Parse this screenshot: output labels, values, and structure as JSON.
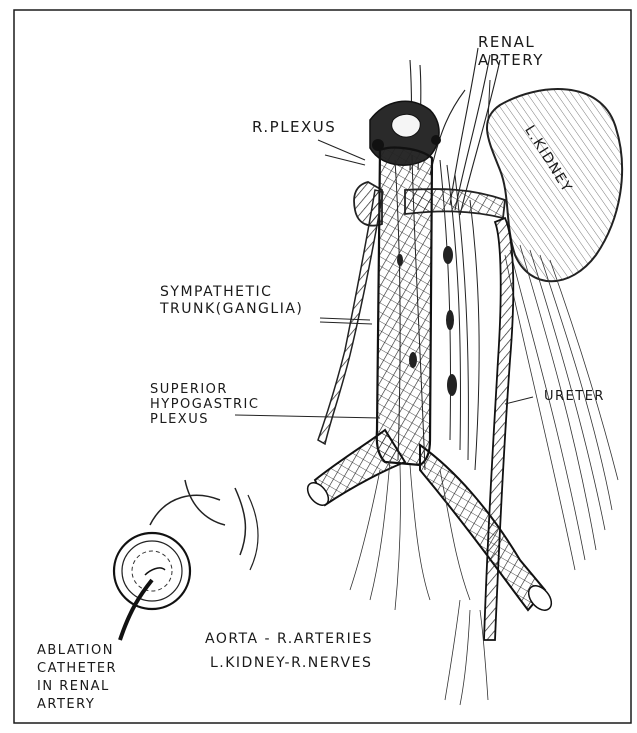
{
  "labels": {
    "renal_artery_line1": "RENAL",
    "renal_artery_line2": "ARTERY",
    "r_plexus": "R.PLEXUS",
    "kidney": "L.KIDNEY",
    "sympathetic_line1": "SYMPATHETIC",
    "sympathetic_line2": "TRUNK(GANGLIA)",
    "superior_line1": "SUPERIOR",
    "superior_line2": "HYPOGASTRIC",
    "superior_line3": "PLEXUS",
    "ureter": "URETER",
    "aorta_legend": "AORTA - R.ARTERIES",
    "kidney_legend": "L.KIDNEY-R.NERVES",
    "catheter_line1": "ABLATION",
    "catheter_line2": "CATHETER",
    "catheter_line3": "IN RENAL",
    "catheter_line4": "ARTERY"
  }
}
